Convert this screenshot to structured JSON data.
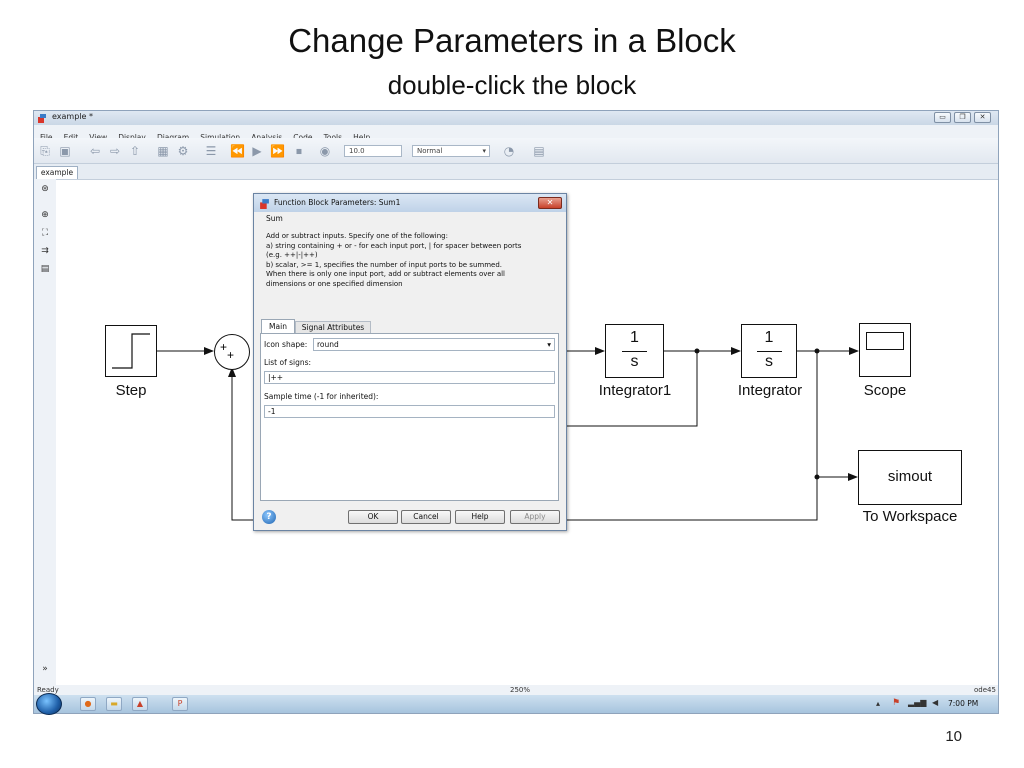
{
  "slide": {
    "title": "Change Parameters in a Block",
    "subtitle": "double-click the block",
    "page_number": "10"
  },
  "window": {
    "title": "example *",
    "menu": [
      "File",
      "Edit",
      "View",
      "Display",
      "Diagram",
      "Simulation",
      "Analysis",
      "Code",
      "Tools",
      "Help"
    ],
    "toolbar": {
      "stop_time": "10.0",
      "sim_mode": "Normal"
    },
    "model_tab": "example",
    "status": {
      "left": "Ready",
      "zoom": "250%",
      "solver": "ode45"
    },
    "taskbar": {
      "time": "7:00 PM"
    }
  },
  "diagram": {
    "blocks": {
      "step": "Step",
      "integrator1": {
        "label": "Integrator1",
        "num": "1",
        "den": "s"
      },
      "integrator": {
        "label": "Integrator",
        "num": "1",
        "den": "s"
      },
      "scope": "Scope",
      "workspace": {
        "label": "To Workspace",
        "text": "simout"
      }
    },
    "sum_signs": [
      "+",
      "+"
    ]
  },
  "dialog": {
    "title": "Function Block Parameters: Sum1",
    "group": "Sum",
    "description": "Add or subtract inputs.  Specify one of the following:\na) string containing + or - for each input port, | for spacer between ports\n(e.g. ++|-|++)\nb) scalar, >= 1, specifies the number of input ports to be summed.\nWhen there is only one input port, add or subtract elements over all\ndimensions or one specified dimension",
    "tabs": [
      "Main",
      "Signal Attributes"
    ],
    "icon_shape_label": "Icon shape:",
    "icon_shape_value": "round",
    "signs_label": "List of signs:",
    "signs_value": "|++",
    "sample_time_label": "Sample time (-1 for inherited):",
    "sample_time_value": "-1",
    "buttons": {
      "ok": "OK",
      "cancel": "Cancel",
      "help": "Help",
      "apply": "Apply"
    }
  }
}
